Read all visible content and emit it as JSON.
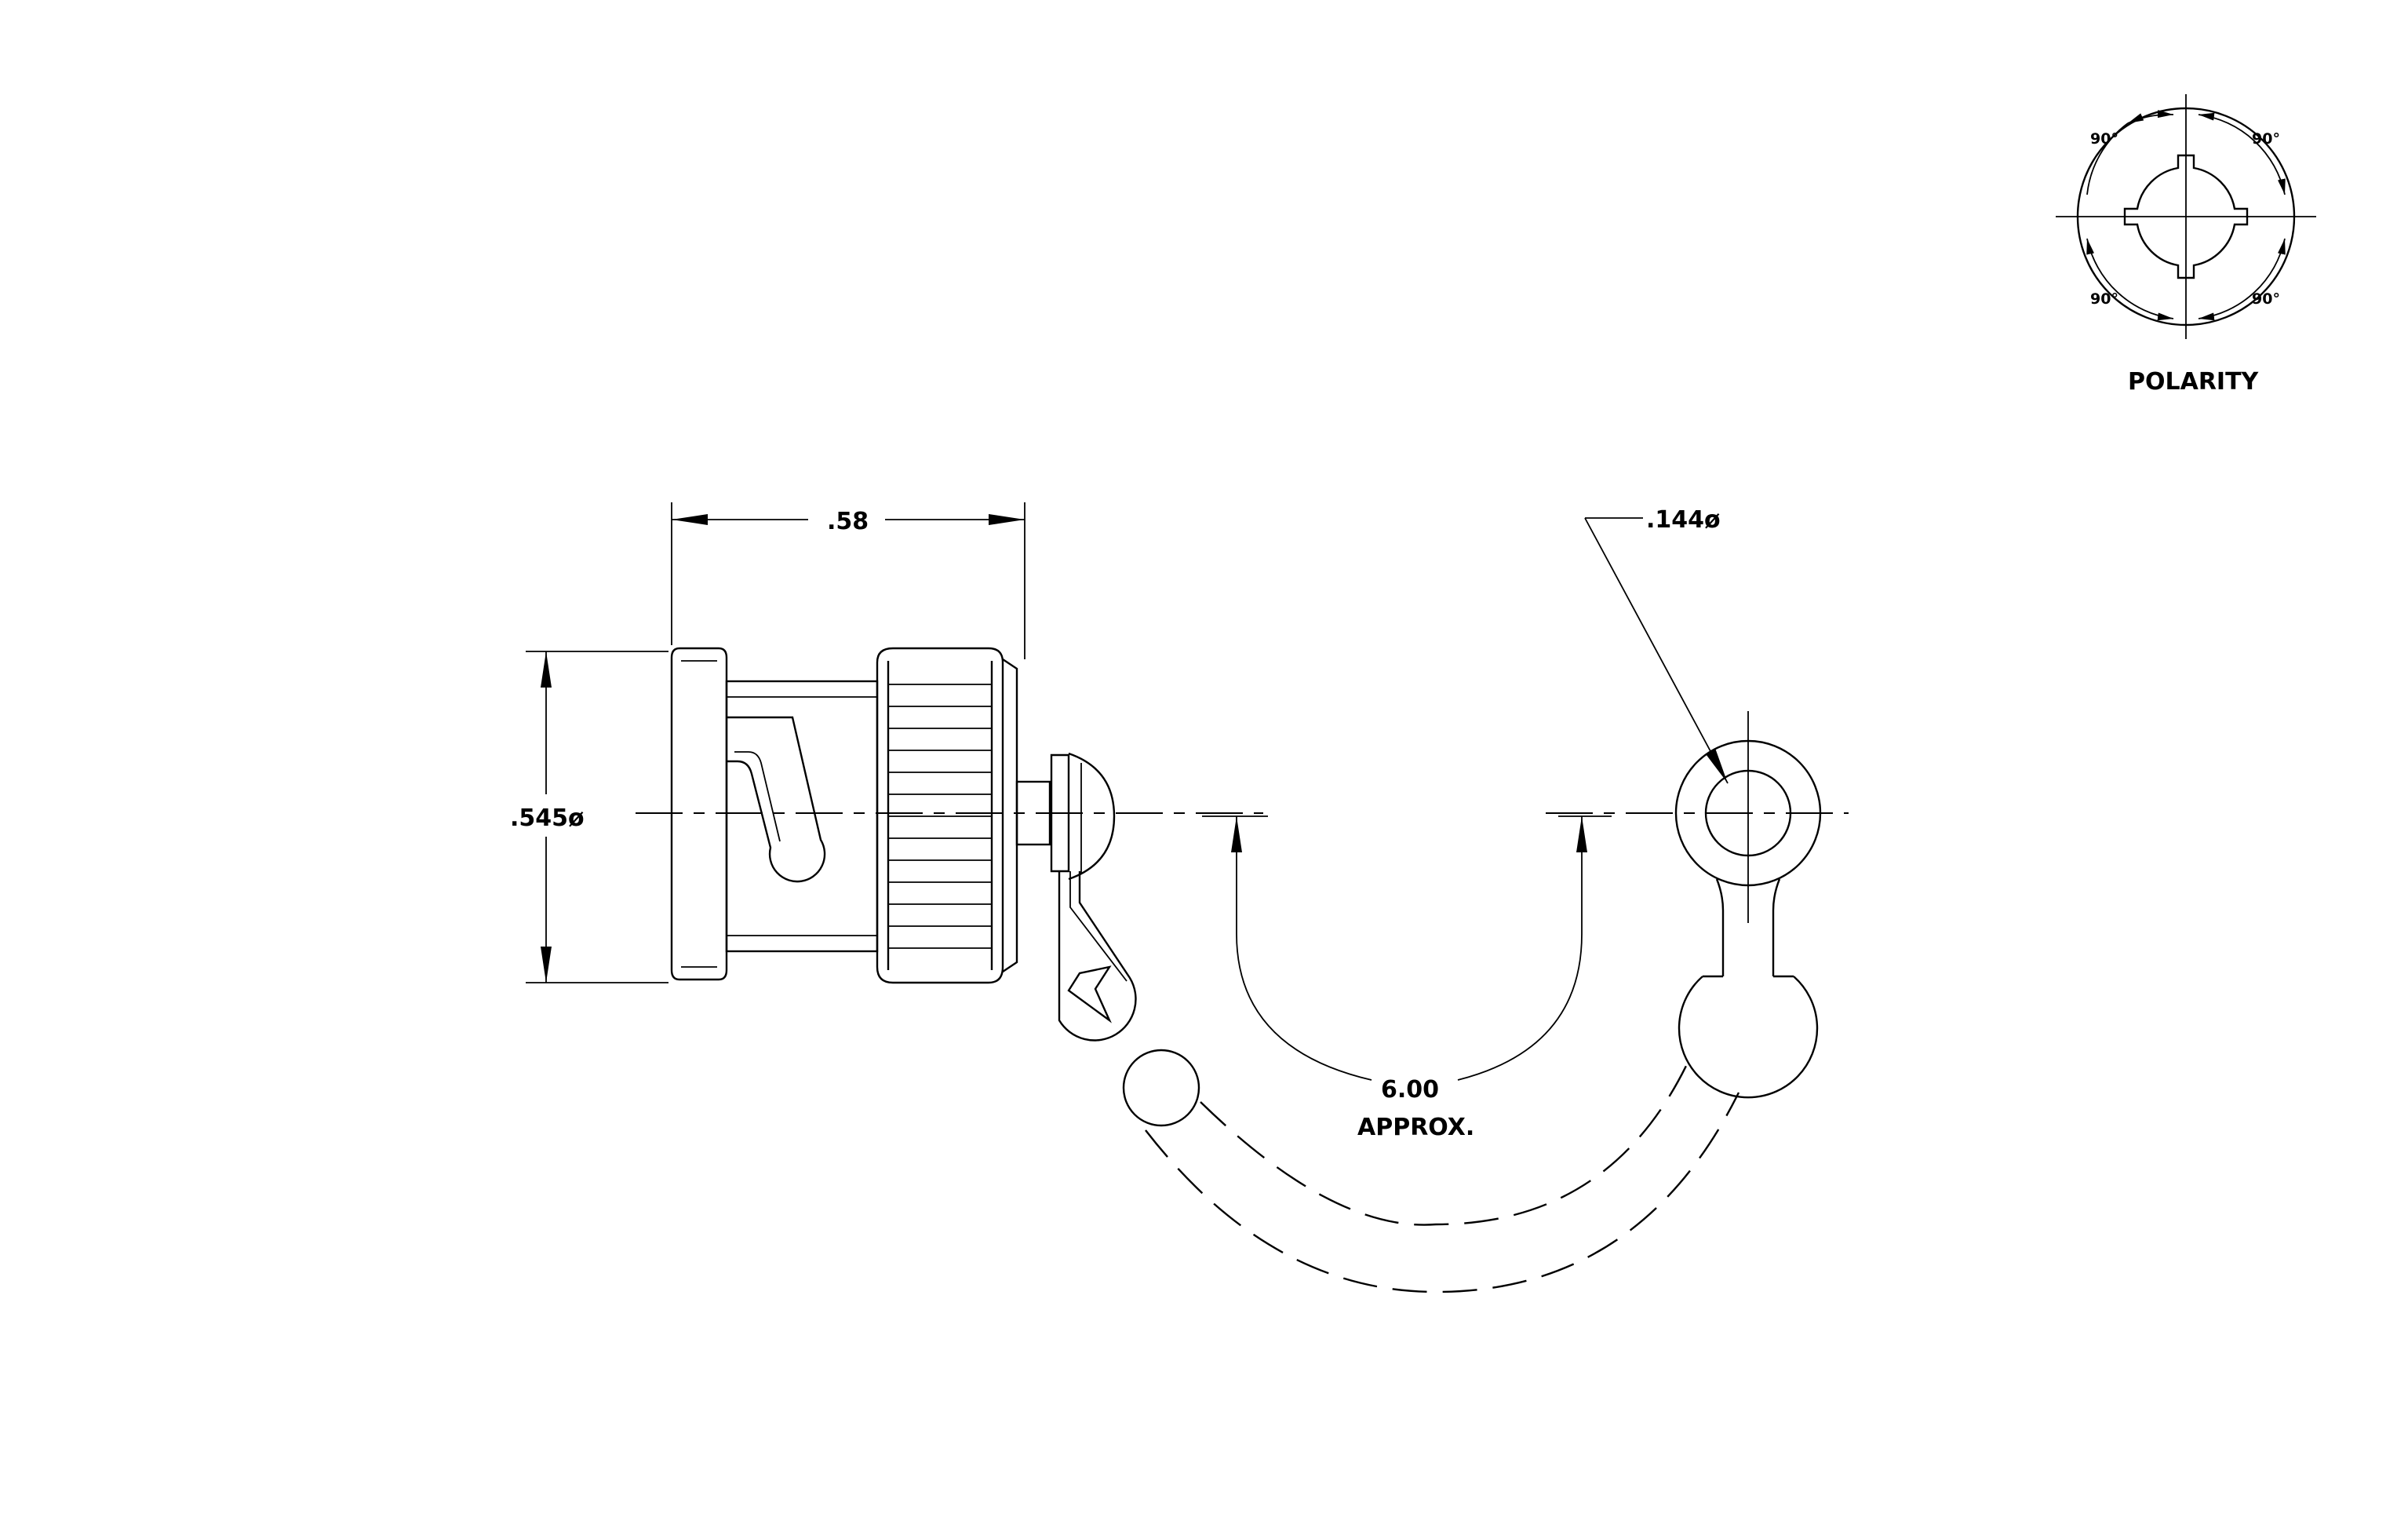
{
  "dimensions": {
    "length": ".58",
    "diameter": ".545ø",
    "hole_diameter": ".144ø",
    "chain_length": "6.00",
    "chain_note": "APPROX."
  },
  "polarity": {
    "title": "POLARITY",
    "angles": [
      "90°",
      "90°",
      "90°",
      "90°"
    ]
  }
}
